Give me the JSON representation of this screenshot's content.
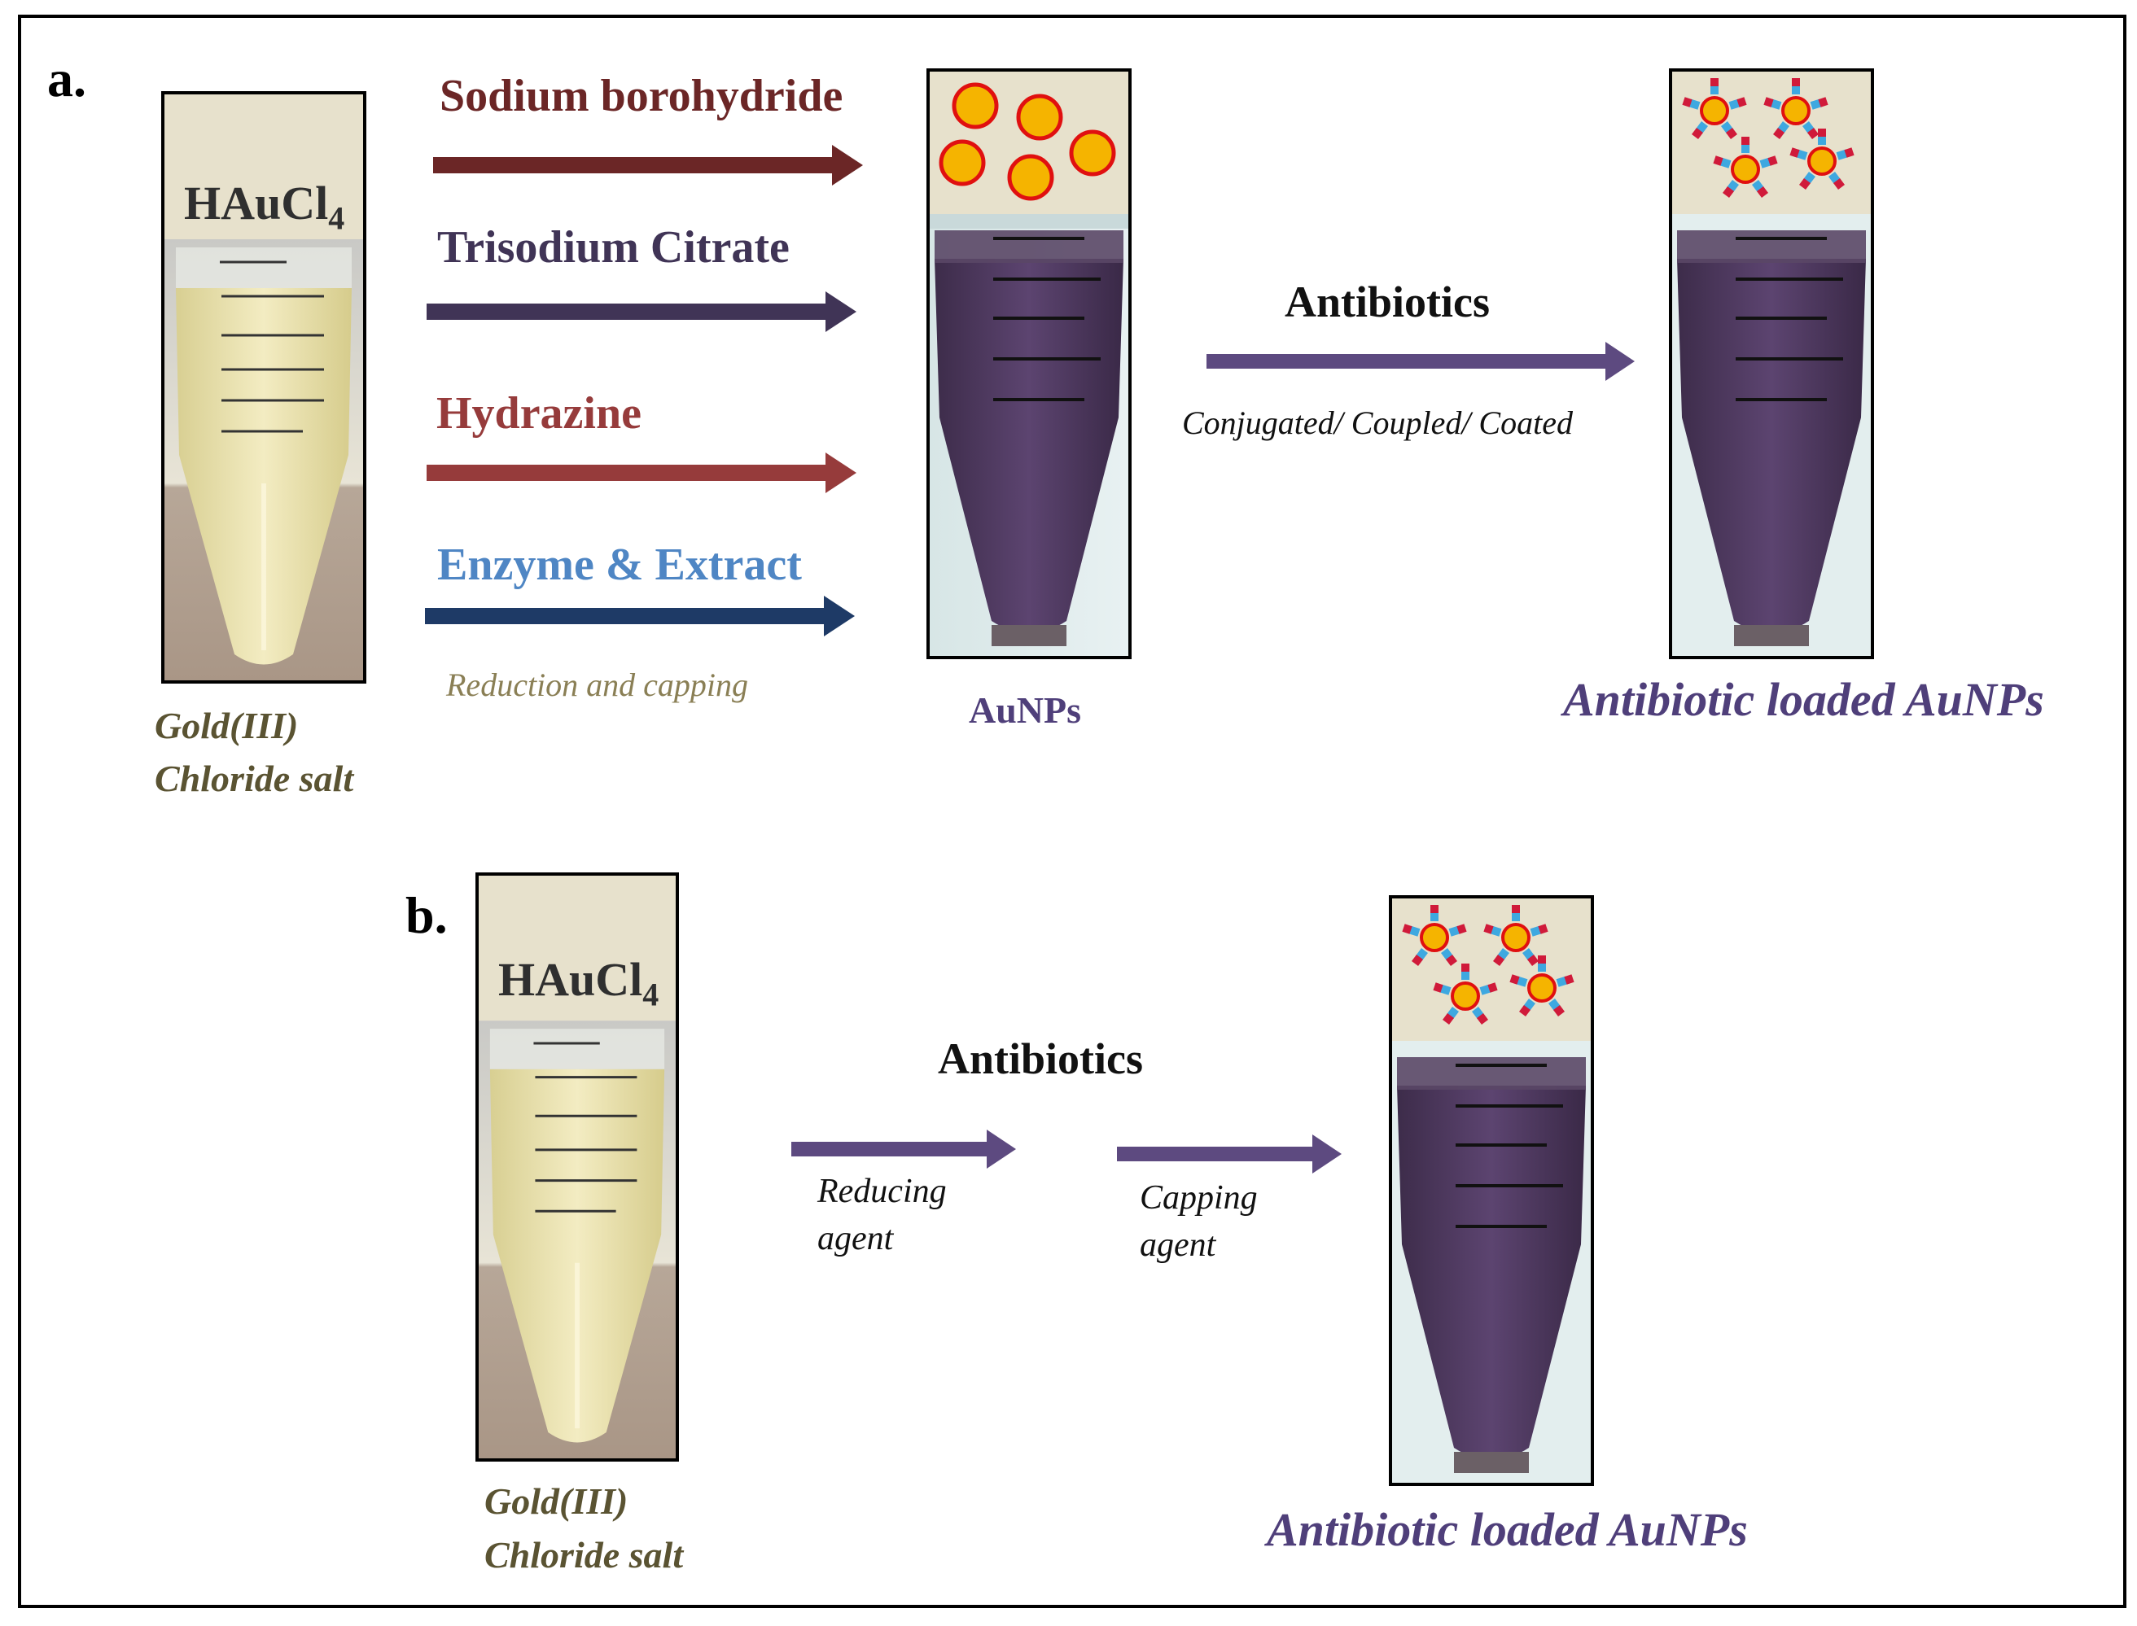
{
  "panels": {
    "a": {
      "label": "a.",
      "start_tube_formula": "HAuCl",
      "start_tube_subscript": "4",
      "start_caption_line1": "Gold(III)",
      "start_caption_line2": "Chloride salt",
      "reagents": [
        {
          "label": "Sodium borohydride",
          "color": "#6b2626"
        },
        {
          "label": "Trisodium Citrate",
          "color": "#403456"
        },
        {
          "label": "Hydrazine",
          "color": "#963b3b"
        },
        {
          "label": "Enzyme & Extract",
          "color": "#4f86c4"
        }
      ],
      "reagent_arrow_colors": [
        "#6b2626",
        "#403456",
        "#963b3b",
        "#1e3a66"
      ],
      "reduction_caption": "Reduction and capping",
      "aunps_caption": "AuNPs",
      "antibiotics_label": "Antibiotics",
      "conjugation_caption": "Conjugated/ Coupled/ Coated",
      "final_caption": "Antibiotic loaded AuNPs"
    },
    "b": {
      "label": "b.",
      "start_tube_formula": "HAuCl",
      "start_tube_subscript": "4",
      "start_caption_line1": "Gold(III)",
      "start_caption_line2": "Chloride salt",
      "antibiotics_label": "Antibiotics",
      "step1_caption_line1": "Reducing",
      "step1_caption_line2": "agent",
      "step2_caption_line1": "Capping",
      "step2_caption_line2": "agent",
      "final_caption": "Antibiotic loaded AuNPs"
    }
  },
  "colors": {
    "purple_arrow": "#5d4a80",
    "caption_olive": "#5a5332",
    "caption_purple": "#4f3f7a",
    "reduction_caption": "#8a7f55",
    "nanoparticle_fill": "#f5b400",
    "nanoparticle_ring": "#e01010",
    "ligand_blue": "#3ea8e0",
    "ligand_red": "#d01a3a"
  },
  "icons": [
    "gold-nanoparticle-icon",
    "antibiotic-loaded-nanoparticle-icon",
    "yellow-solution-tube-icon",
    "purple-solution-tube-icon"
  ]
}
